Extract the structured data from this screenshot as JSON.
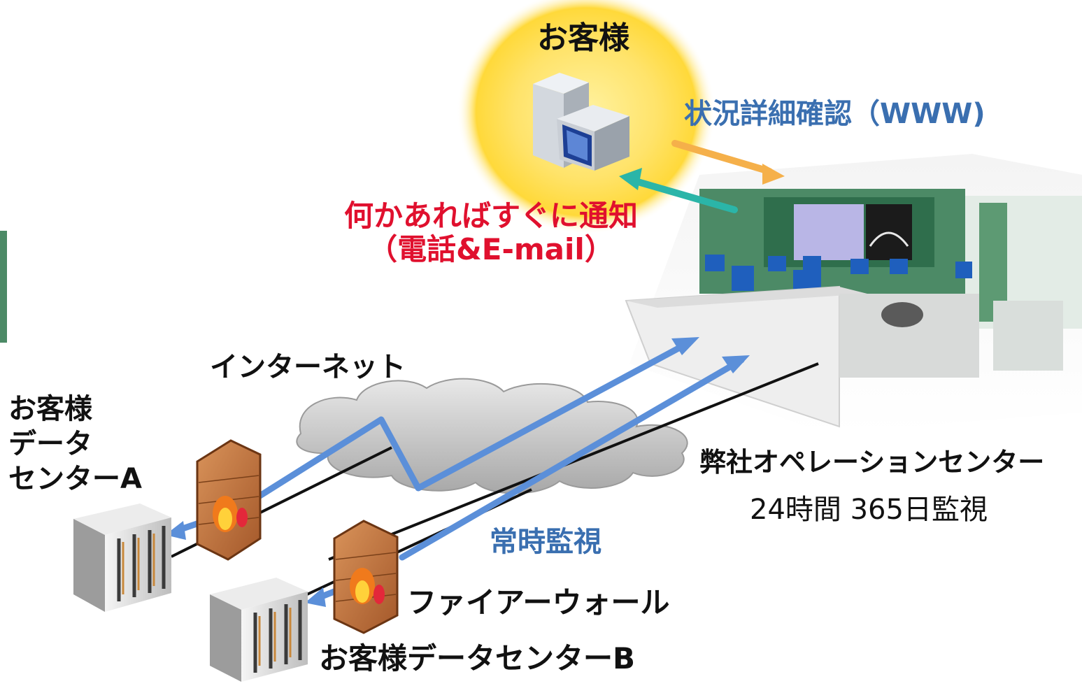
{
  "labels": {
    "customer": "お客様",
    "detail_check": "状況詳細確認（WWW)",
    "notify_line1": "何かあればすぐに通知",
    "notify_line2": "（電話&E-mail）",
    "internet": "インターネット",
    "dc_a_line1": "お客様",
    "dc_a_line2": "データ",
    "dc_a_line3": "センターA",
    "operations_center": "弊社オペレーションセンター",
    "operations_hours": "24時間 365日監視",
    "constant_monitoring": "常時監視",
    "firewall": "ファイアーウォール",
    "dc_b": "お客様データセンターB"
  },
  "colors": {
    "blue_text": "#3a6fb0",
    "red_text": "#e0102e",
    "arrow_blue": "#5b8fd9",
    "arrow_teal": "#2bb5a8",
    "arrow_orange": "#f5b04a",
    "glow_yellow": "#ffd93a"
  },
  "icons": [
    "customer-pc-icon",
    "server-rack-icon",
    "firewall-icon",
    "cloud-icon",
    "operations-room-icon"
  ]
}
